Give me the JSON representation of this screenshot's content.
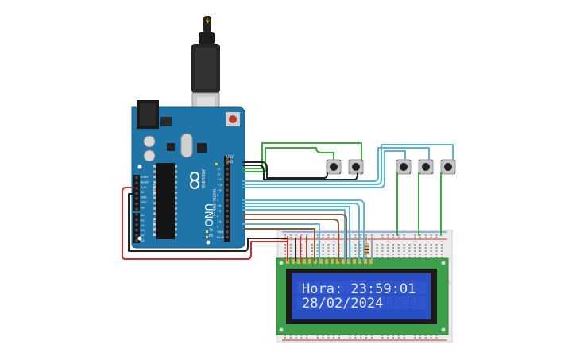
{
  "board": {
    "brand": "ARDUINO",
    "model": "UNO",
    "aref_label": "AREF",
    "gnd_label": "GND",
    "digital_label": "DIGITAL (PWM ~)",
    "power_label": "POWER",
    "analog_label": "ANALOG IN",
    "tx_label": "TX",
    "rx_label": "RX",
    "digital_pins": [
      "13",
      "12",
      "~11",
      "~10",
      "~9",
      "8",
      "7",
      "~6",
      "~5",
      "4",
      "~3",
      "2",
      "TX▸1",
      "RX◂0"
    ],
    "power_pins": [
      "IOREF",
      "RESET",
      "3.3V",
      "5V",
      "GND",
      "GND",
      "Vin"
    ],
    "analog_pins": [
      "A0",
      "A1",
      "A2",
      "A3",
      "A4",
      "A5"
    ]
  },
  "lcd": {
    "line1": "Hora: 23:59:01",
    "line2": "28/02/2024"
  },
  "breadboard": {
    "col_labels": [
      "1",
      "5",
      "10",
      "15",
      "20",
      "25",
      "30"
    ]
  },
  "colors": {
    "board": "#1f74a8",
    "wire_green": "#3caa3c",
    "wire_black": "#222222",
    "wire_cyan": "#5ab4d2",
    "wire_red": "#d22b2b",
    "wire_brown": "#8b5a3c",
    "wire_gray": "#9aa0a6",
    "lcd_pcb": "#3ca04a",
    "lcd_screen": "#2a4fc4"
  }
}
